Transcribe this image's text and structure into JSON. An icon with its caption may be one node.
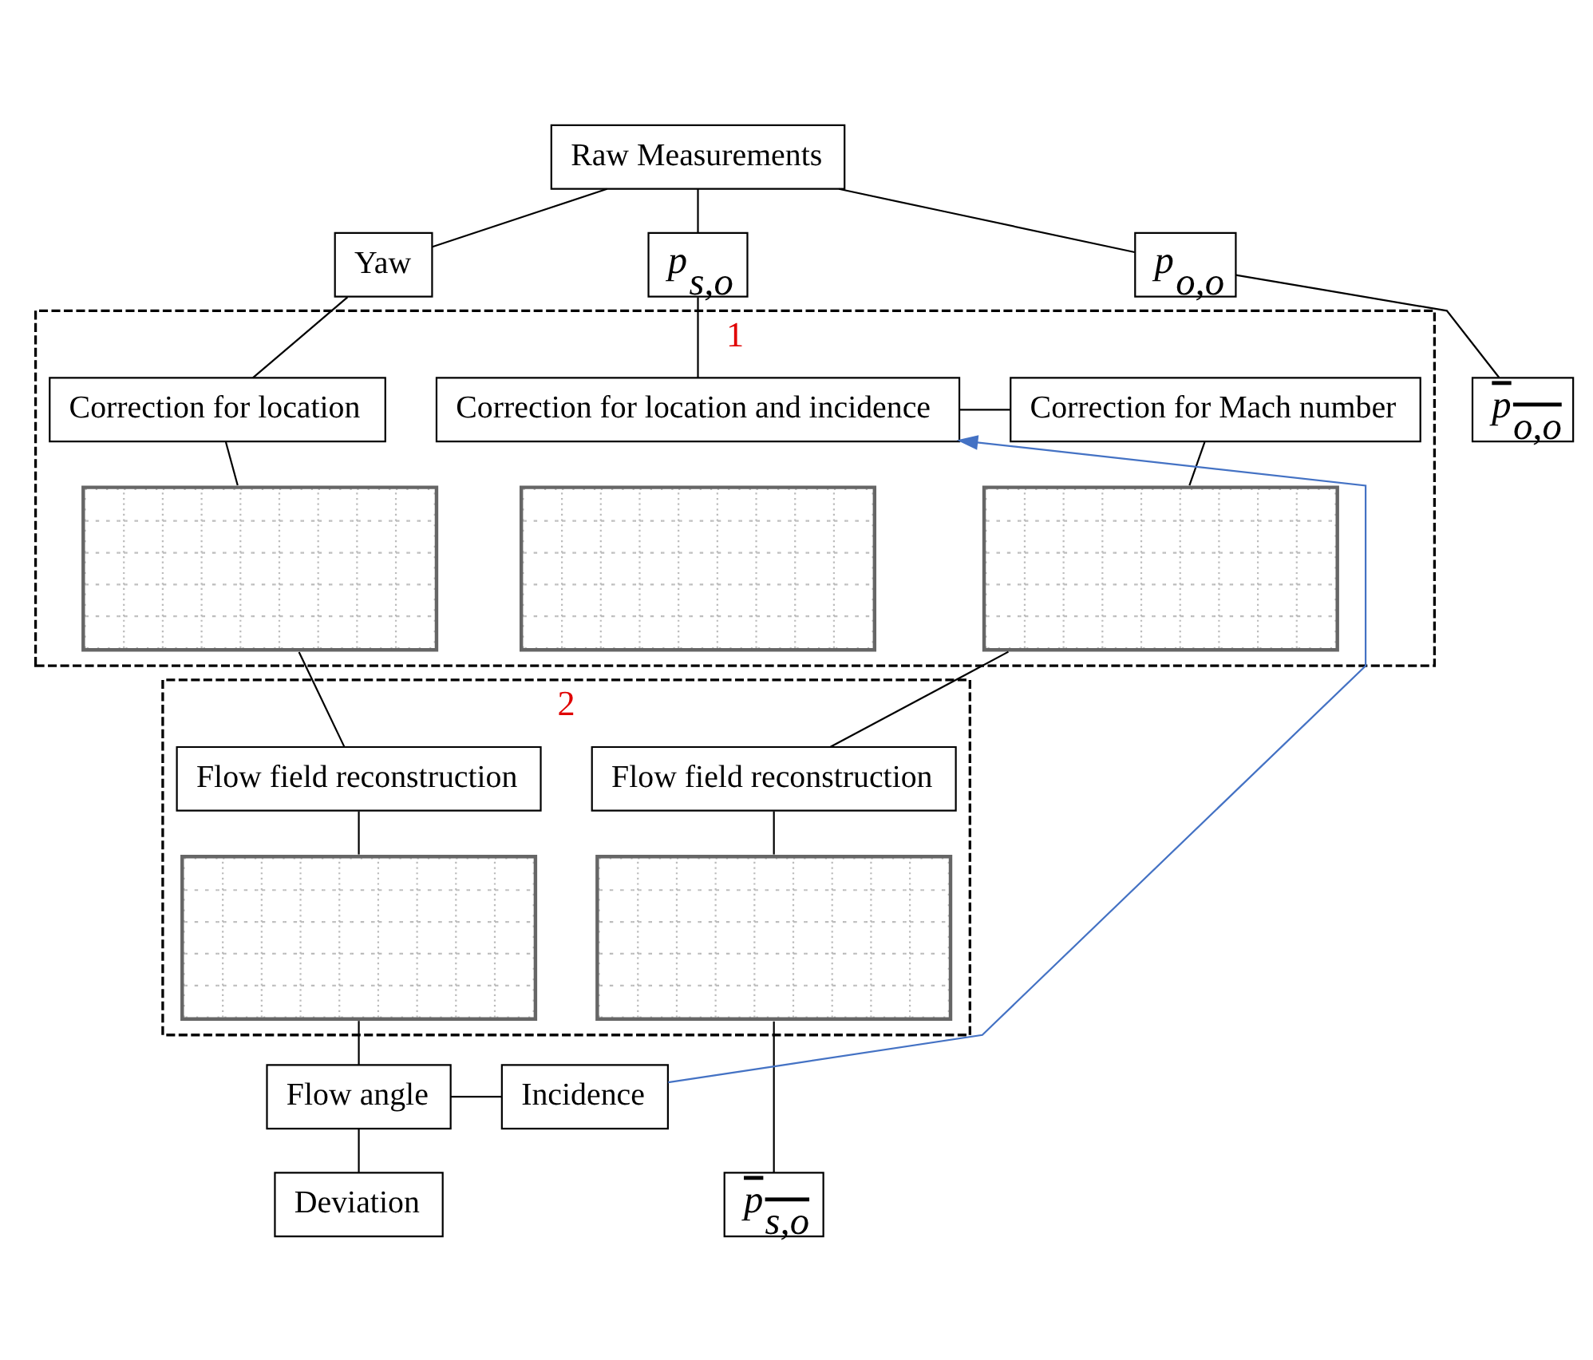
{
  "diagram": {
    "nodes": [
      {
        "text": [
          "Raw Measurements"
        ]
      },
      {
        "text": [
          "Yaw"
        ]
      },
      {
        "text": [
          "p$_{s,o}$"
        ]
      },
      {
        "text": [
          "p$_{o,o}$"
        ]
      },
      {
        "text": [
          "1"
        ]
      },
      {
        "text": [
          "Correction for location"
        ],
        "in": 4
      },
      {
        "text": [],
        "shape": "picture",
        "in": 4
      },
      {
        "text": [
          "Correction for location and incidence"
        ],
        "in": 4
      },
      {
        "text": [],
        "shape": "picture",
        "in": 4
      },
      {
        "text": [
          "Correction for Mach number"
        ],
        "in": 4
      },
      {
        "text": [],
        "shape": "picture",
        "in": 4
      },
      {
        "text": [
          "2"
        ]
      },
      {
        "text": [
          "Flow field reconstruction"
        ],
        "in": 11
      },
      {
        "text": [],
        "shape": "picture",
        "in": 11
      },
      {
        "text": [
          "Flow field reconstruction"
        ],
        "in": 11
      },
      {
        "text": [],
        "shape": "picture",
        "in": 11
      },
      {
        "text": [
          "Flow angle"
        ]
      },
      {
        "text": [
          "Incidence"
        ]
      },
      {
        "text": [
          "Deviation"
        ]
      },
      {
        "text": [
          "p$_{s,o}$"
        ]
      },
      {
        "text": [
          "p$_{o,o}$"
        ]
      }
    ],
    "edges": [
      {
        "from": 0,
        "to": 1,
        "arrow": "none"
      },
      {
        "from": 0,
        "to": 2,
        "arrow": "none"
      },
      {
        "from": 0,
        "to": 3,
        "arrow": "none"
      },
      {
        "from": 1,
        "to": 5,
        "arrow": "none"
      },
      {
        "from": 5,
        "to": 6,
        "arrow": "none"
      },
      {
        "from": 2,
        "to": 7,
        "arrow": "none"
      },
      {
        "from": 7,
        "to": 9,
        "arrow": "none"
      },
      {
        "from": 9,
        "to": 10,
        "arrow": "none"
      },
      {
        "from": 6,
        "to": 12,
        "arrow": "none"
      },
      {
        "from": 12,
        "to": 13,
        "arrow": "none"
      },
      {
        "from": 10,
        "to": 14,
        "arrow": "none"
      },
      {
        "from": 14,
        "to": 15,
        "arrow": "none"
      },
      {
        "from": 13,
        "to": 16,
        "arrow": "none"
      },
      {
        "from": 16,
        "to": 17,
        "arrow": "none"
      },
      {
        "from": 16,
        "to": 18,
        "arrow": "none"
      },
      {
        "from": 17,
        "to": 7,
        "arrow": "to",
        "color": "#4472c4"
      },
      {
        "from": 15,
        "to": 19,
        "arrow": "none"
      },
      {
        "from": 3,
        "to": 20,
        "arrow": "none"
      }
    ]
  }
}
